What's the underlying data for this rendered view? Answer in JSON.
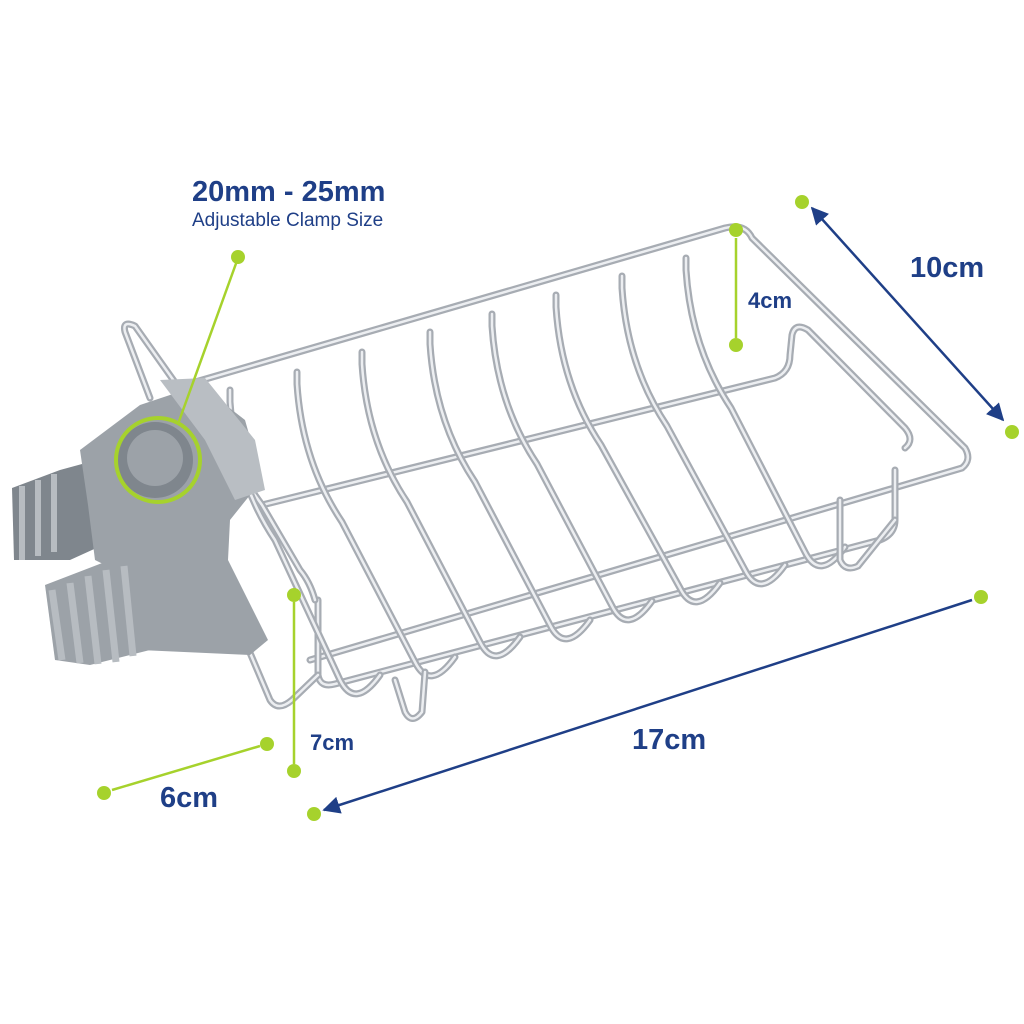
{
  "colors": {
    "label_text": "#1f3f87",
    "dimension_line": "#1f3f87",
    "marker_dot": "#a6d22c",
    "wire": "#a7acb3",
    "wire_highlight": "#eceef1",
    "clamp_body": "#9ca2a8"
  },
  "labels": {
    "clamp_size": "20mm - 25mm",
    "clamp_caption": "Adjustable Clamp Size",
    "depth": "10cm",
    "rack_height": "4cm",
    "clamp_height": "7cm",
    "clamp_width": "6cm",
    "length": "17cm"
  }
}
